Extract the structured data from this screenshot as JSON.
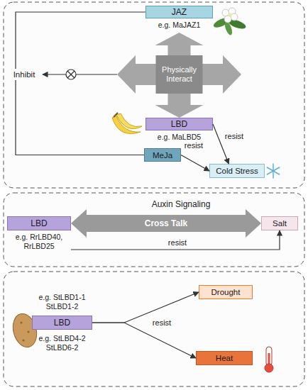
{
  "diagram": {
    "nodes": [
      {
        "text": [
          "JAZ",
          "e.g. MaJAZ1"
        ]
      },
      {
        "text": [
          "Physically Interact"
        ]
      },
      {
        "text": [
          "Inhibit"
        ]
      },
      {
        "text": [
          "LBD",
          "e.g. MaLBD5"
        ]
      },
      {
        "text": [
          "MeJa"
        ]
      },
      {
        "text": [
          "Cold Stress"
        ]
      },
      {
        "text": [
          "LBD",
          "e.g. RrLBD40, RrLBD25"
        ]
      },
      {
        "text": [
          "Salt"
        ]
      },
      {
        "text": [
          "e.g. StLBD1-1 StLBD1-2",
          "LBD",
          "e.g. StLBD4-2 StLBD6-2"
        ]
      },
      {
        "text": [
          "Drought"
        ]
      },
      {
        "text": [
          "Heat"
        ]
      }
    ],
    "edges": [
      {
        "from": 0,
        "to": 2,
        "arrow": "none"
      },
      {
        "from": 2,
        "to": 4,
        "arrow": "none"
      },
      {
        "from": 1,
        "to": 2,
        "arrow": "to"
      },
      {
        "from": 1,
        "to": 0,
        "arrow": "to"
      },
      {
        "from": 1,
        "to": 3,
        "arrow": "to"
      },
      {
        "from": 3,
        "to": 5,
        "label": "resist",
        "arrow": "to"
      },
      {
        "from": 4,
        "to": 5,
        "label": "resist",
        "arrow": "to"
      },
      {
        "from": 6,
        "to": 7,
        "label": "Cross Talk",
        "arrow": "both"
      },
      {
        "from": 6,
        "to": 7,
        "label": "resist",
        "arrow": "to"
      },
      {
        "from": 8,
        "to": 9,
        "label": "resist",
        "arrow": "to"
      },
      {
        "from": 8,
        "to": 10,
        "arrow": "to"
      }
    ],
    "labels": [
      "Auxin Signaling"
    ]
  }
}
